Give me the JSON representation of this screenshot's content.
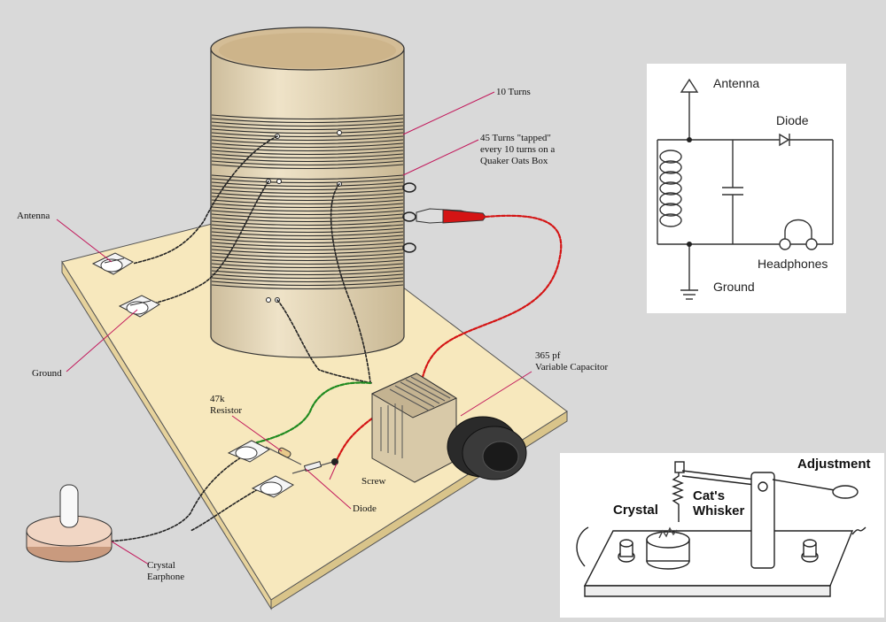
{
  "main_diagram": {
    "labels": {
      "ten_turns": "10 Turns",
      "tapped_line1": "45 Turns \"tapped\"",
      "tapped_line2": "every 10 turns on a",
      "tapped_line3": "Quaker Oats Box",
      "antenna": "Antenna",
      "ground": "Ground",
      "capacitor_line1": "365 pf",
      "capacitor_line2": "Variable Capacitor",
      "resistor_line1": "47k",
      "resistor_line2": "Resistor",
      "screw": "Screw",
      "diode": "Diode",
      "earphone_line1": "Crystal",
      "earphone_line2": "Earphone"
    }
  },
  "schematic": {
    "antenna": "Antenna",
    "diode": "Diode",
    "headphones": "Headphones",
    "ground": "Ground"
  },
  "inset": {
    "adjustment": "Adjustment",
    "crystal": "Crystal",
    "cats_line1": "Cat's",
    "cats_line2": "Whisker"
  },
  "colors": {
    "background": "#d9d9d9",
    "board": "#f7e8bd",
    "coil_tube": "#e9dcc0",
    "tube_top": "#d4bd96",
    "wire_red": "#d41414",
    "wire_green": "#1f8a1f",
    "leader": "#c2185b"
  }
}
